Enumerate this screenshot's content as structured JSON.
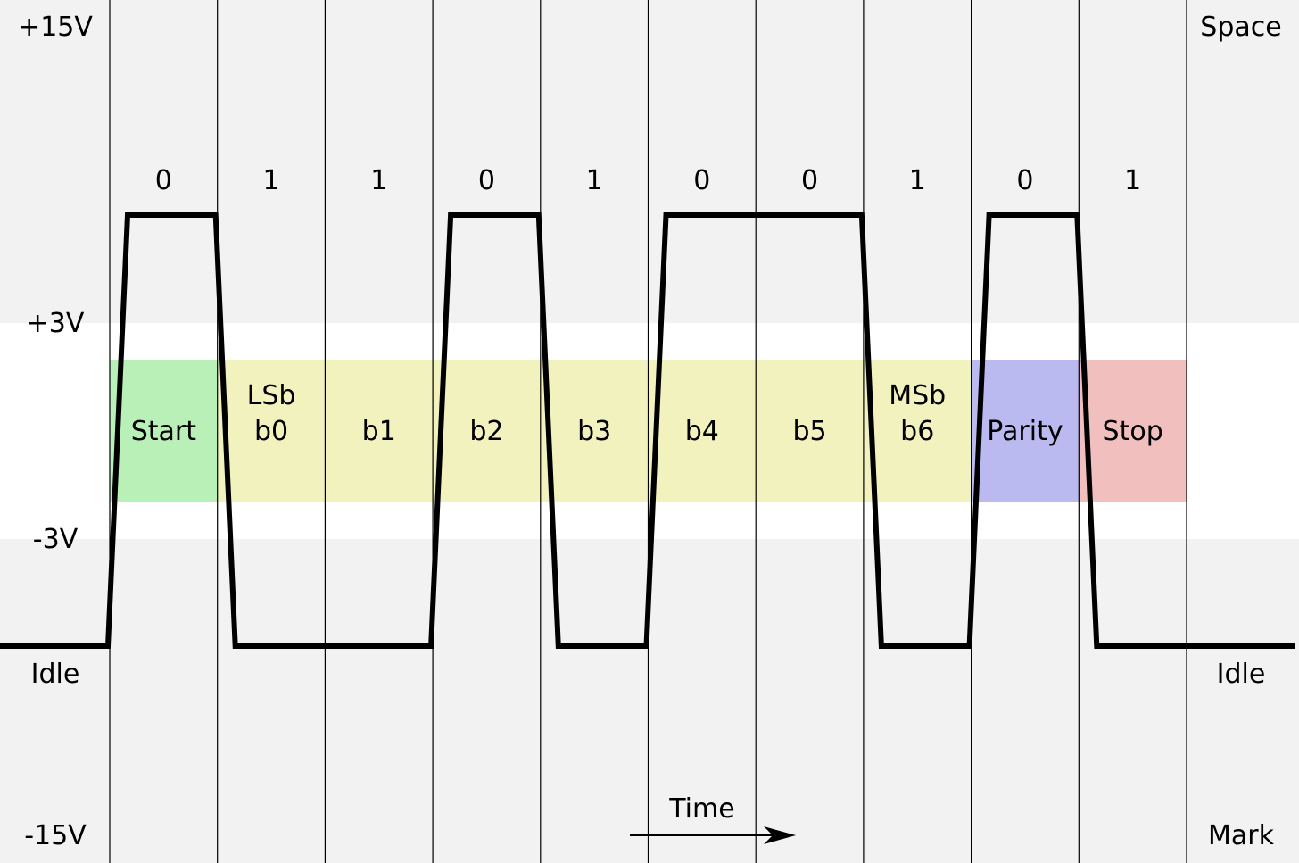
{
  "voltage_labels": {
    "plus15": "+15V",
    "plus3": "+3V",
    "minus3": "-3V",
    "minus15": "-15V"
  },
  "state_labels": {
    "space": "Space",
    "mark": "Mark",
    "idle_left": "Idle",
    "idle_right": "Idle"
  },
  "time_label": "Time",
  "frame": {
    "bit_values": [
      "0",
      "1",
      "1",
      "0",
      "1",
      "0",
      "0",
      "1",
      "0",
      "1"
    ],
    "fields": [
      {
        "key": "start",
        "lines": [
          "Start"
        ],
        "color": "#b8f0b8"
      },
      {
        "key": "b0",
        "lines": [
          "LSb",
          "b0"
        ],
        "color": "#f2f2bf"
      },
      {
        "key": "b1",
        "lines": [
          "b1"
        ],
        "color": "#f2f2bf"
      },
      {
        "key": "b2",
        "lines": [
          "b2"
        ],
        "color": "#f2f2bf"
      },
      {
        "key": "b3",
        "lines": [
          "b3"
        ],
        "color": "#f2f2bf"
      },
      {
        "key": "b4",
        "lines": [
          "b4"
        ],
        "color": "#f2f2bf"
      },
      {
        "key": "b5",
        "lines": [
          "b5"
        ],
        "color": "#f2f2bf"
      },
      {
        "key": "b6",
        "lines": [
          "MSb",
          "b6"
        ],
        "color": "#f2f2bf"
      },
      {
        "key": "parity",
        "lines": [
          "Parity"
        ],
        "color": "#babaf0"
      },
      {
        "key": "stop",
        "lines": [
          "Stop"
        ],
        "color": "#f2bfbf"
      }
    ]
  },
  "colors": {
    "background": "#f2f2f2",
    "threshold_band": "#ffffff",
    "signal": "#000000"
  }
}
